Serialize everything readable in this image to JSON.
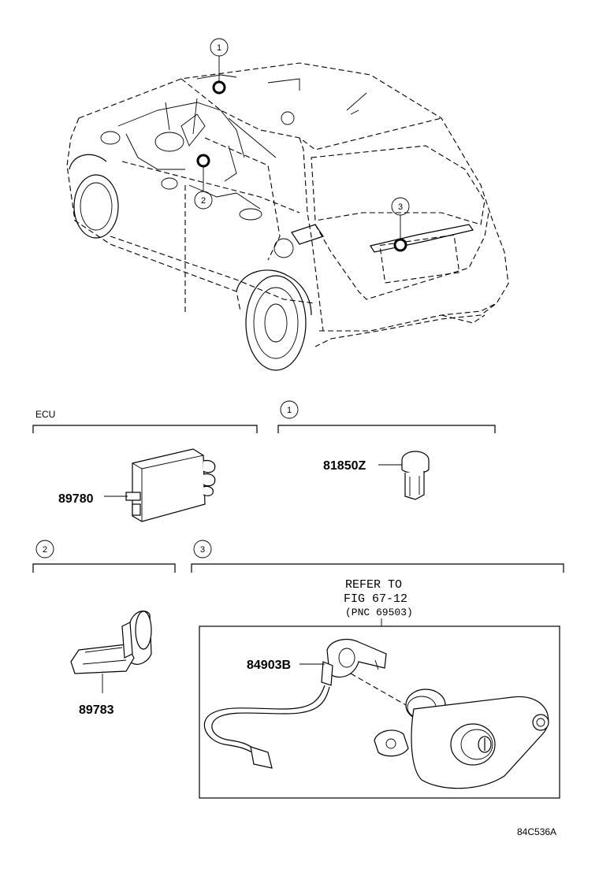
{
  "labels": {
    "ecu_section": "ECU",
    "part_89780": "89780",
    "part_81850Z": "81850Z",
    "part_89783": "89783",
    "part_84903B": "84903B",
    "refer_line1": "REFER TO",
    "refer_line2": "FIG 67-12",
    "refer_line3": "(PNC 69503)",
    "figure_code": "84C536A"
  },
  "callouts": {
    "one": "1",
    "two": "2",
    "three": "3"
  }
}
